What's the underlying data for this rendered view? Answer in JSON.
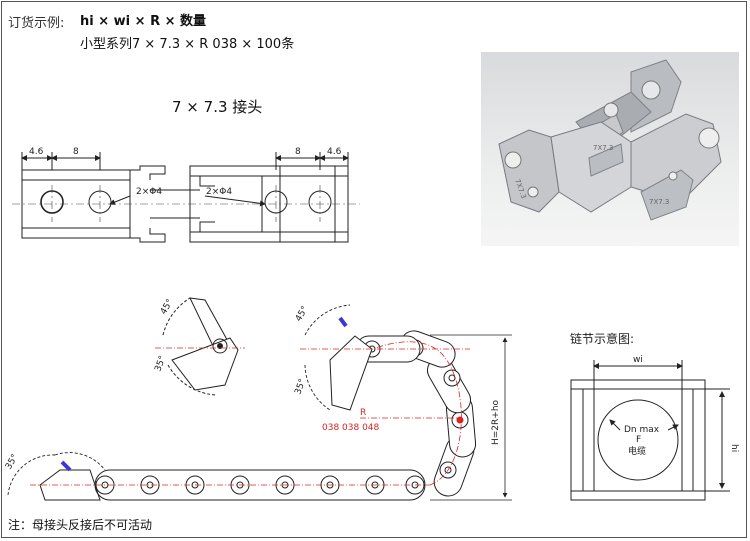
{
  "header": {
    "order_label": "订货示例:",
    "order_formula": "hi × wi × R × 数量",
    "order_example": "小型系列7 × 7.3 × R 038 × 100条"
  },
  "joint_drawing": {
    "title": "7 × 7.3 接头",
    "dim_left_small": "4.6",
    "dim_left_large": "8",
    "dim_right_large": "8",
    "dim_right_small": "4.6",
    "hole_label_left": "2×Φ4",
    "hole_label_right": "2×Φ4"
  },
  "render_3d": {
    "part_label": "7X7.3"
  },
  "chain_drawing": {
    "radius_label": "R",
    "radius_values": "038  038  048",
    "height_label": "H=2R+ho",
    "angle_labels": [
      "35°",
      "45°"
    ]
  },
  "link_diagram": {
    "title": "链节示意图:",
    "width_label": "wi",
    "height_label": "hi",
    "circle_label_1": "Dn max",
    "circle_label_2": "F",
    "circle_label_3": "电缆"
  },
  "footer": {
    "note": "注：母接头反接后不可活动"
  }
}
